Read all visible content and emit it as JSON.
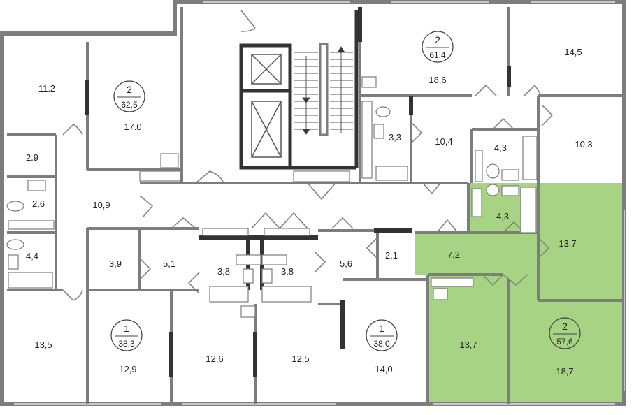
{
  "colors": {
    "highlight": "#a6d384",
    "wall": "#7d7d7d",
    "dark_wall": "#333333"
  },
  "apartments": [
    {
      "id": "apt-left-top",
      "number": "2",
      "area": "62,5"
    },
    {
      "id": "apt-right-top",
      "number": "2",
      "area": "61,4"
    },
    {
      "id": "apt-bottom-left",
      "number": "1",
      "area": "38,3"
    },
    {
      "id": "apt-bottom-mid",
      "number": "1",
      "area": "38,0"
    },
    {
      "id": "apt-highlighted",
      "number": "2",
      "area": "57,6"
    }
  ],
  "rooms": [
    "11.2",
    "17.0",
    "2.9",
    "2,6",
    "10,9",
    "4,4",
    "13,5",
    "3,9",
    "5,1",
    "12,9",
    "12,6",
    "3,8",
    "3,8",
    "12,5",
    "5,6",
    "2,1",
    "14,0",
    "18,6",
    "14,5",
    "3,3",
    "10,4",
    "4,3",
    "10,3",
    "4,3",
    "7,2",
    "13,7",
    "13,7",
    "18,7"
  ]
}
